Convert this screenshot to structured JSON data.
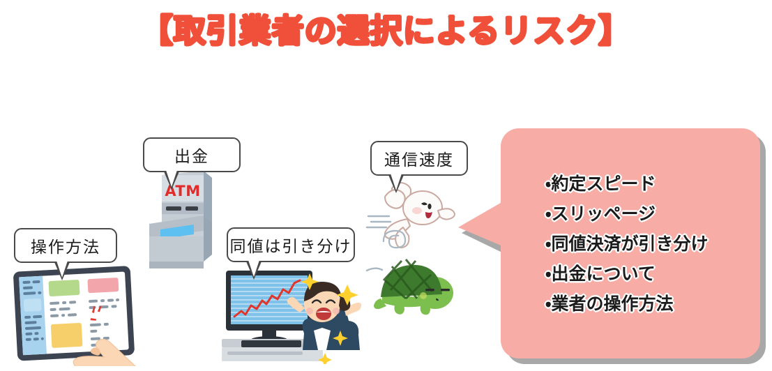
{
  "title": {
    "text": "【取引業者の選択によるリスク】",
    "color": "#F0503A"
  },
  "callout": {
    "background": "#F7ADA5",
    "shadow_color": "#A8A8A8",
    "bullets": [
      {
        "marker": "・",
        "label": "約定スピード"
      },
      {
        "marker": "・",
        "label": "スリッページ"
      },
      {
        "marker": "・",
        "label": "同値決済が引き分け"
      },
      {
        "marker": "・",
        "label": "出金について"
      },
      {
        "marker": "・",
        "label": "業者の操作方法"
      }
    ]
  },
  "bubbles": [
    {
      "id": "sousa",
      "label": "操作方法",
      "points_to": "tablet-illustration"
    },
    {
      "id": "shukkin",
      "label": "出金",
      "points_to": "atm-illustration"
    },
    {
      "id": "douchi",
      "label": "同値は引き分け",
      "points_to": "pc-chart-illustration"
    },
    {
      "id": "tsushin",
      "label": "通信速度",
      "points_to": "rabbit-turtle-illustration"
    }
  ],
  "illustrations": [
    {
      "id": "tablet",
      "name": "tablet-with-pointing-hand",
      "atm_label": ""
    },
    {
      "id": "atm",
      "name": "atm-machine",
      "atm_label": "ATM"
    },
    {
      "id": "pc",
      "name": "monitor-rising-chart-with-cheering-woman"
    },
    {
      "id": "rabbit",
      "name": "running-rabbit"
    },
    {
      "id": "turtle",
      "name": "slow-turtle"
    }
  ]
}
